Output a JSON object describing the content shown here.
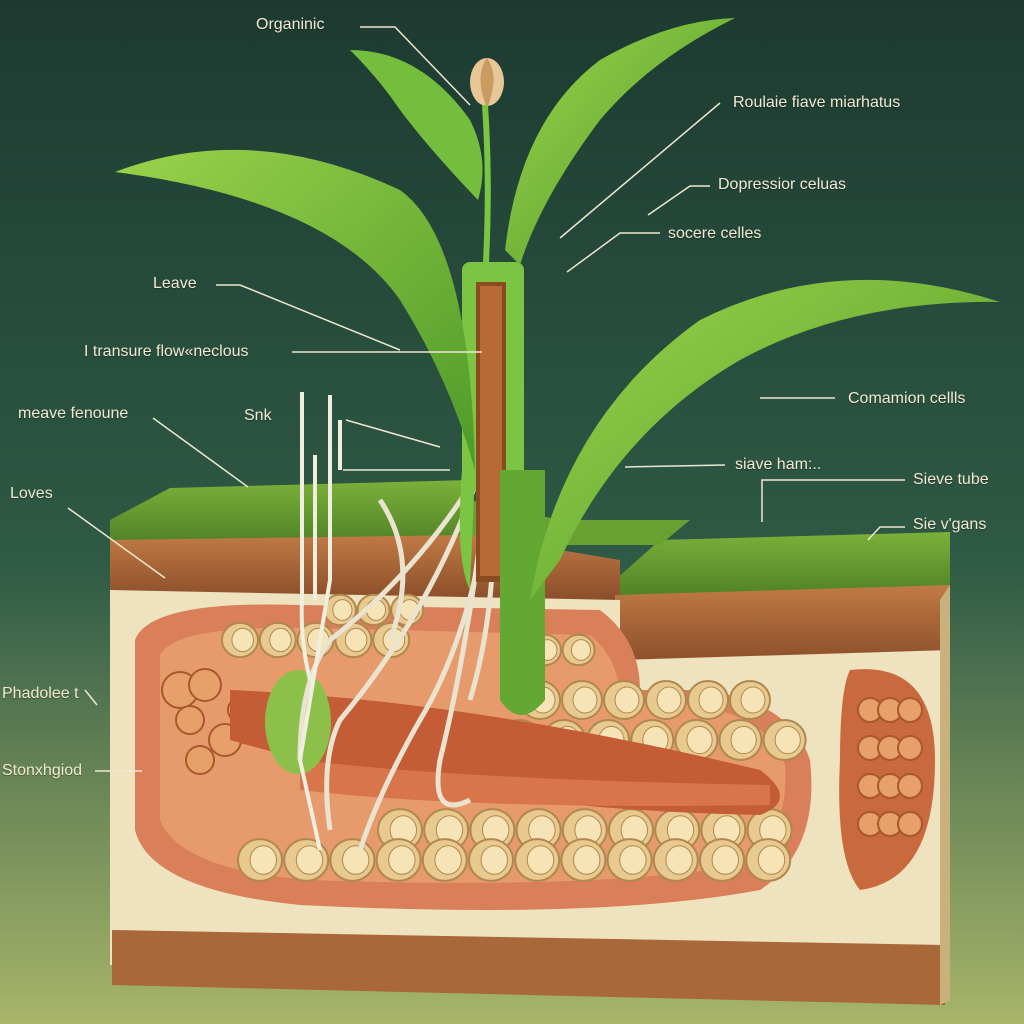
{
  "figure": {
    "background_top": "#1d3a31",
    "background_bottom": "#a8b56a",
    "leaf_color": "#6fb83a",
    "soil_color": "#b06a3c",
    "tube_color": "#e8c98f",
    "leader_color": "#efe6cf"
  },
  "labels": {
    "organinic": "Organinic",
    "roulaie": "Roulaie fiave miarhatus",
    "dopressior": "Dopressior celuas",
    "socere": "socere celles",
    "leave": "Leave",
    "transure": "I transure flow«neclous",
    "meave": "meave fenoune",
    "snk": "Snk",
    "loves": "Loves",
    "comamion": "Comamion cellls",
    "siave_ham": "siave ham:..",
    "sieve_tube": "Sieve tube",
    "sie_vgans": "Sie v'gans",
    "phadolee": "Phadolee t",
    "stonxhgiod": "Stonxhgiod"
  }
}
